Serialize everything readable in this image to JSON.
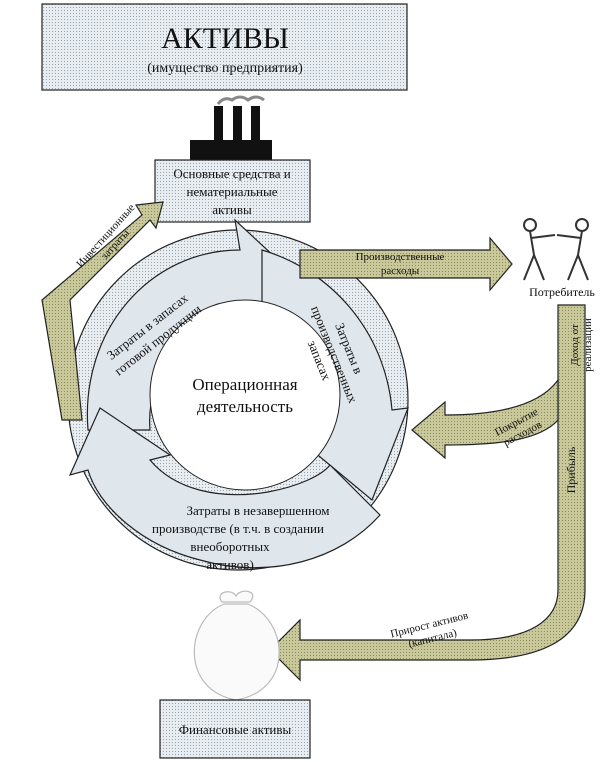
{
  "assets_box": {
    "title": "АКТИВЫ",
    "subtitle": "(имущество предприятия)"
  },
  "fixed_assets_box": {
    "line1": "Основные средства и",
    "line2": "нематериальные",
    "line3": "активы"
  },
  "financial_assets_box": {
    "label": "Финансовые активы"
  },
  "consumer": {
    "label": "Потребитель"
  },
  "center": {
    "line1": "Операционная",
    "line2": "деятельность"
  },
  "cycle": {
    "finished_goods": {
      "line1": "Затраты в запасах",
      "line2": "готовой продукции"
    },
    "production_stocks": {
      "line1": "Затраты в",
      "line2": "производственных",
      "line3": "запасах"
    },
    "wip": {
      "line1": "Затраты в незавершенном",
      "line2": "производстве (в т.ч. в создании",
      "line3": "внеоборотных",
      "line4": "активов)"
    }
  },
  "flows": {
    "investment": {
      "line1": "Инвестиционные",
      "line2": "затраты"
    },
    "production_costs": {
      "line1": "Производственные",
      "line2": "расходы"
    },
    "sales_income": {
      "line1": "Доход от",
      "line2": "реализации"
    },
    "cost_coverage": {
      "line1": "Покрытие",
      "line2": "расходов"
    },
    "profit": {
      "label": "Прибыль"
    },
    "asset_growth": {
      "line1": "Прирост активов",
      "line2": "(капитала)"
    }
  },
  "colors": {
    "box_fill": "#e6ebef",
    "olive_fill": "#c8c89a",
    "cycle_fill": "#dfe6ec",
    "stroke": "#222222"
  }
}
